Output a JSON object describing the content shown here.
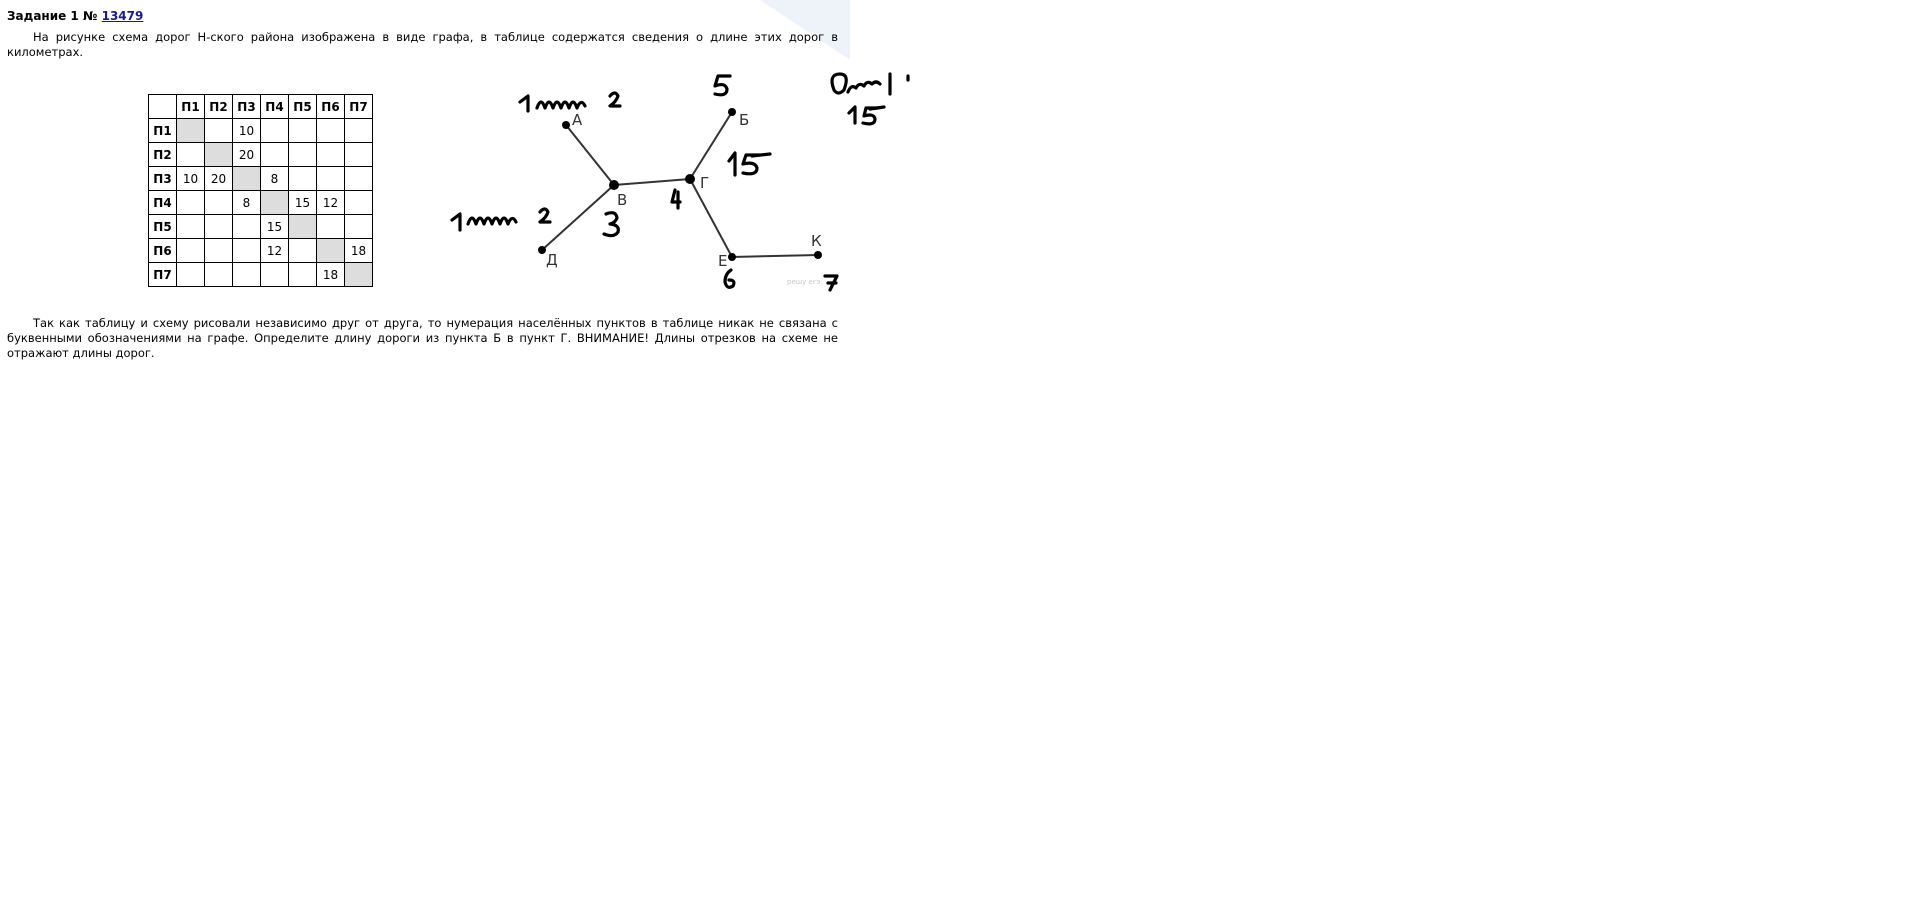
{
  "task": {
    "title": "Задание 1 №",
    "number": "13479"
  },
  "intro_text": "На рисунке схема дорог Н-ского района изображена в виде графа, в таблице содержатся сведения о длине этих дорог в километрах.",
  "table": {
    "columns": [
      "П1",
      "П2",
      "П3",
      "П4",
      "П5",
      "П6",
      "П7"
    ],
    "rows": [
      {
        "label": "П1",
        "cells": [
          "",
          "",
          "10",
          "",
          "",
          "",
          ""
        ]
      },
      {
        "label": "П2",
        "cells": [
          "",
          "",
          "20",
          "",
          "",
          "",
          ""
        ]
      },
      {
        "label": "П3",
        "cells": [
          "10",
          "20",
          "",
          "8",
          "",
          "",
          ""
        ]
      },
      {
        "label": "П4",
        "cells": [
          "",
          "",
          "8",
          "",
          "15",
          "12",
          ""
        ]
      },
      {
        "label": "П5",
        "cells": [
          "",
          "",
          "",
          "15",
          "",
          "",
          ""
        ]
      },
      {
        "label": "П6",
        "cells": [
          "",
          "",
          "",
          "12",
          "",
          "",
          "18"
        ]
      },
      {
        "label": "П7",
        "cells": [
          "",
          "",
          "",
          "",
          "",
          "18",
          ""
        ]
      }
    ],
    "diagonal_color": "#dddddd"
  },
  "graph": {
    "nodes": [
      {
        "id": "A",
        "label": "А"
      },
      {
        "id": "B",
        "label": "Б"
      },
      {
        "id": "V",
        "label": "В"
      },
      {
        "id": "G",
        "label": "Г"
      },
      {
        "id": "D",
        "label": "Д"
      },
      {
        "id": "E",
        "label": "Е"
      },
      {
        "id": "K",
        "label": "К"
      }
    ],
    "edges": [
      [
        "A",
        "V"
      ],
      [
        "D",
        "V"
      ],
      [
        "V",
        "G"
      ],
      [
        "G",
        "B"
      ],
      [
        "G",
        "E"
      ],
      [
        "E",
        "K"
      ]
    ],
    "watermark": "решу егэ"
  },
  "handwriting": {
    "A": "1 или 2",
    "D": "1 или 2",
    "B": "5",
    "V": "3",
    "G": "4",
    "E": "6",
    "K": "7",
    "answer": "15",
    "top_right": "Ответ",
    "top_right_value": "15"
  },
  "body_text": "Так как таблицу и схему рисовали независимо друг от друга, то нумерация населённых пунктов в таблице никак не связана с буквенными обозначениями на графе. Определите длину дороги из пункта Б в пункт Г. ВНИМАНИЕ! Длины отрезков на схеме не отражают длины дорог."
}
